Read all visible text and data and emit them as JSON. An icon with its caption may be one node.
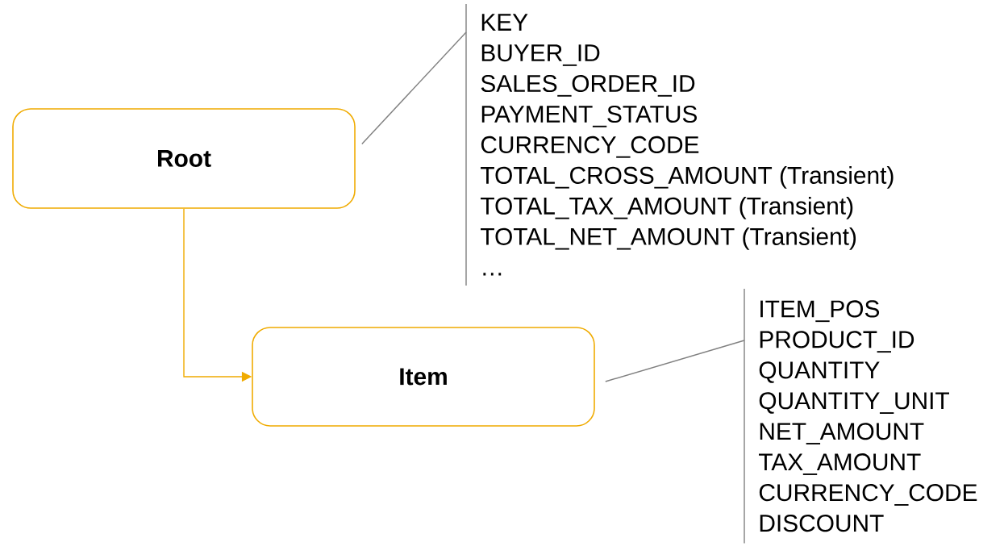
{
  "diagram": {
    "nodes": [
      {
        "text": [
          "Root"
        ]
      },
      {
        "text": [
          "Item"
        ]
      },
      {
        "text": [
          "KEY",
          "BUYER_ID",
          "SALES_ORDER_ID",
          "PAYMENT_STATUS",
          "CURRENCY_CODE",
          "TOTAL_CROSS_AMOUNT (Transient)",
          "TOTAL_TAX_AMOUNT (Transient)",
          "TOTAL_NET_AMOUNT (Transient)",
          "…"
        ]
      },
      {
        "text": [
          "ITEM_POS",
          "PRODUCT_ID",
          "QUANTITY",
          "QUANTITY_UNIT",
          "NET_AMOUNT",
          "TAX_AMOUNT",
          "CURRENCY_CODE",
          "DISCOUNT"
        ]
      }
    ],
    "edges": [
      {
        "from": 0,
        "to": 1,
        "arrow": "to",
        "color": "#f0ab00"
      },
      {
        "from": 0,
        "to": 2,
        "arrow": "none"
      },
      {
        "from": 1,
        "to": 3,
        "arrow": "none"
      }
    ]
  }
}
